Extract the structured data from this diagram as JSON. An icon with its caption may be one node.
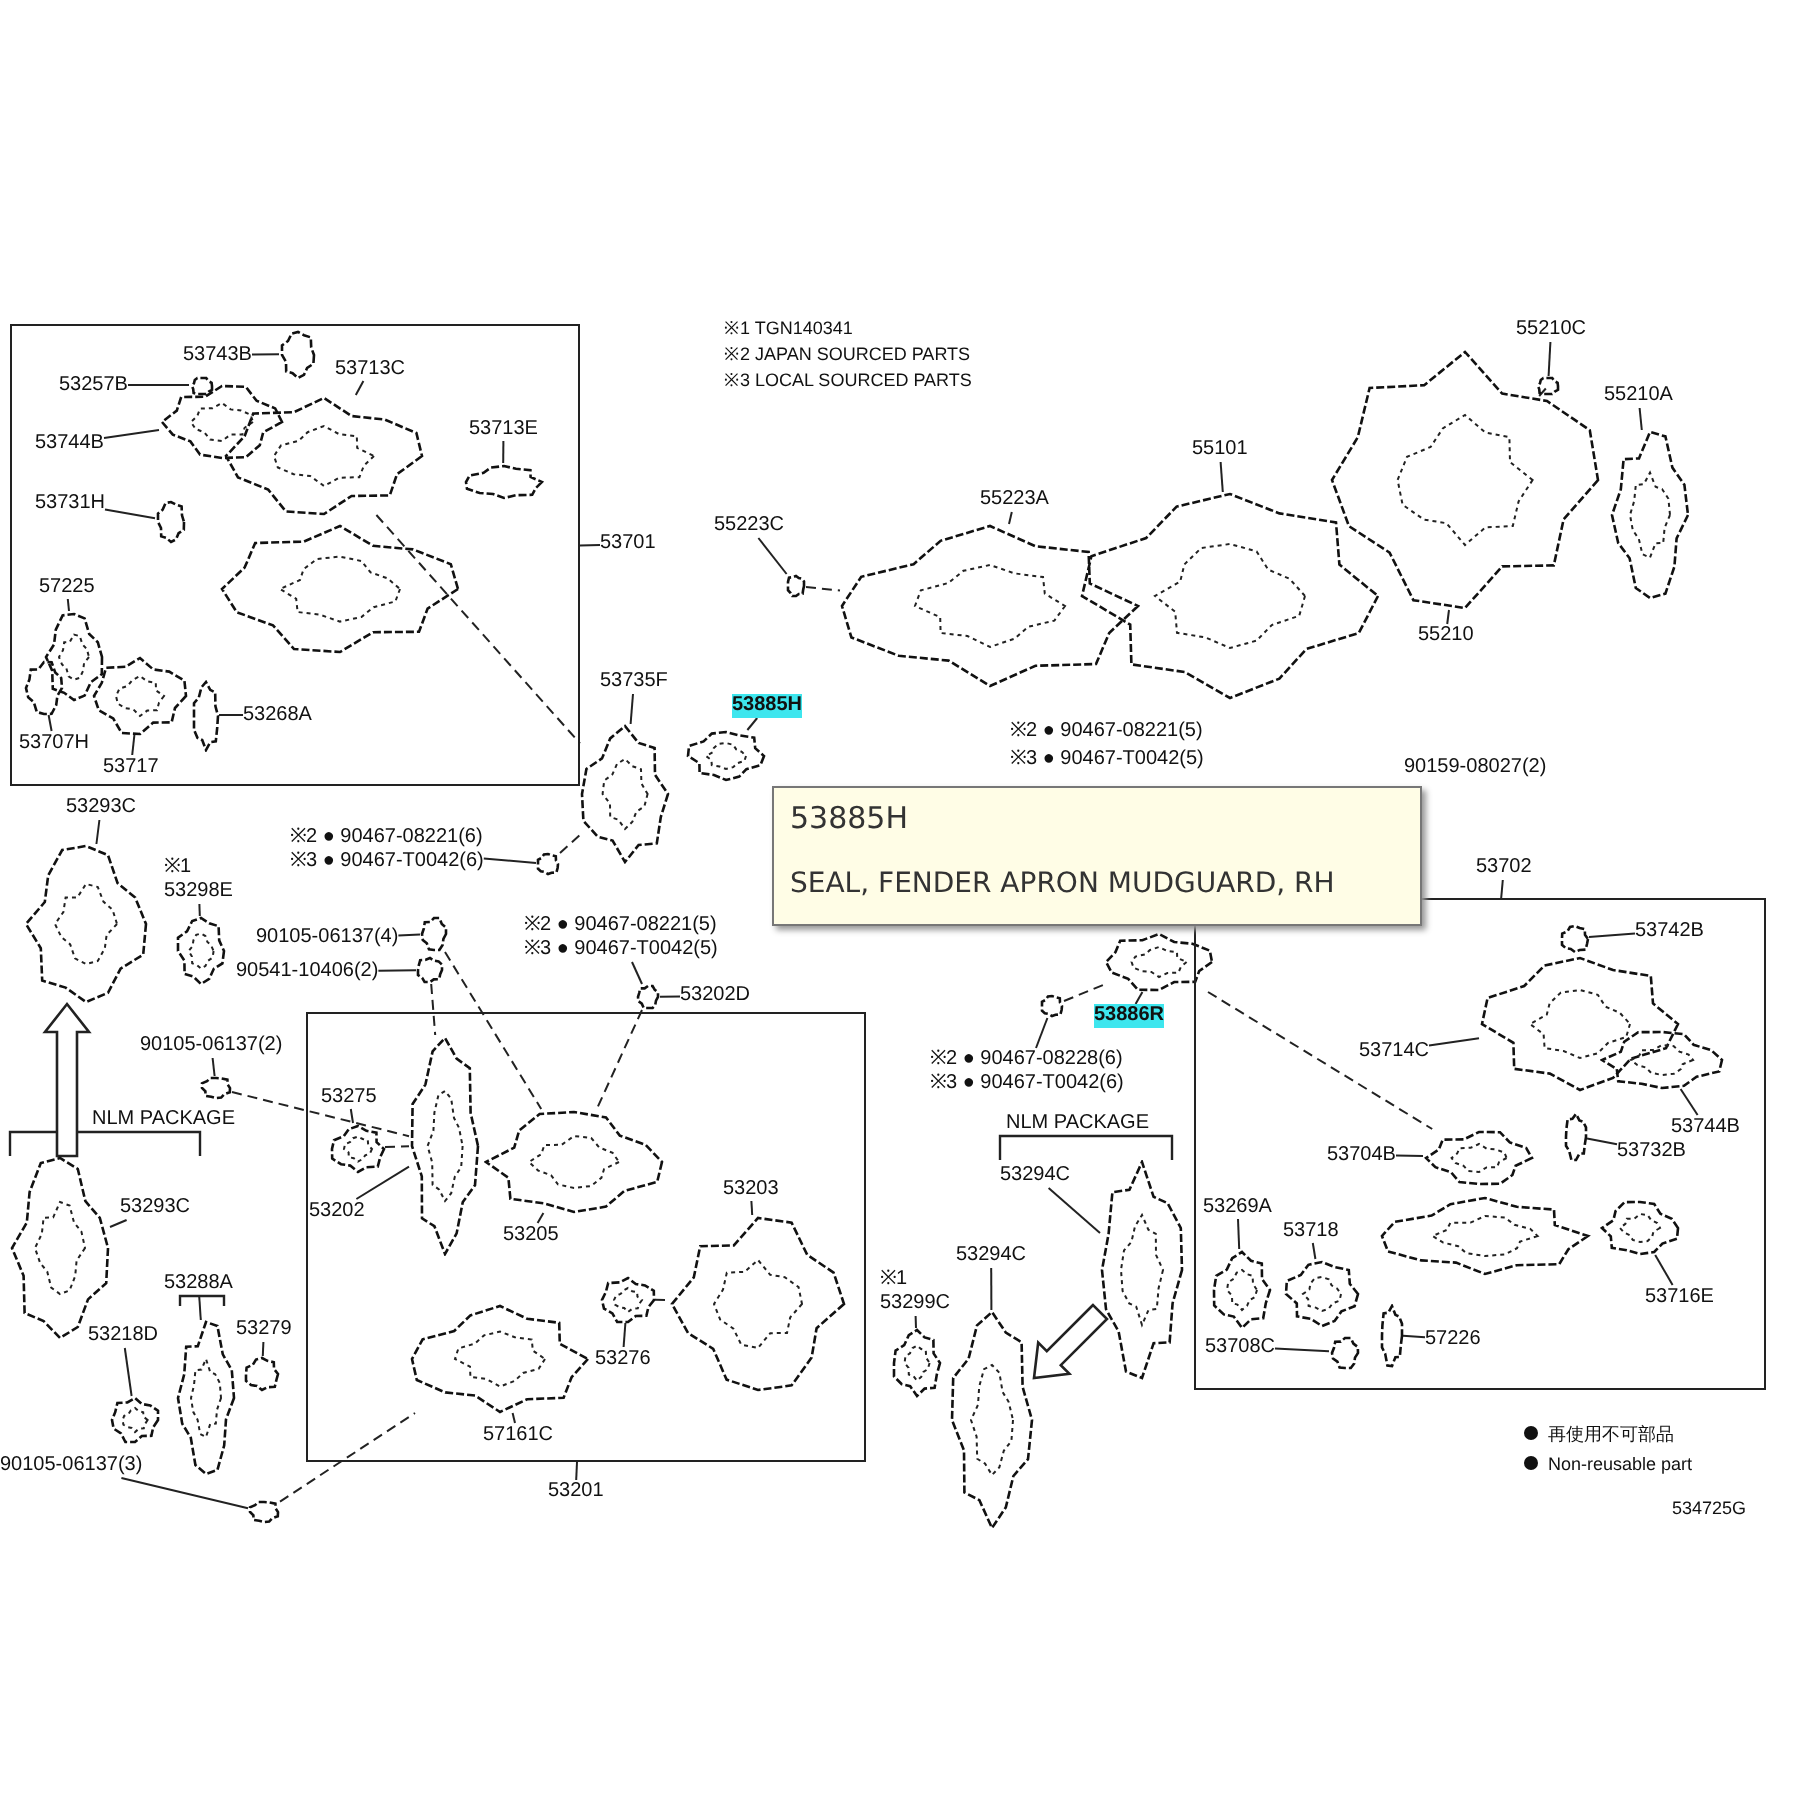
{
  "diagram": {
    "nodes": [
      {
        "text": [],
        "shape": "box"
      },
      {
        "text": [
          "53743B"
        ],
        "in": 0
      },
      {
        "text": [],
        "shape": "picture",
        "in": 0
      },
      {
        "text": [
          "53257B"
        ],
        "in": 0
      },
      {
        "text": [],
        "shape": "picture",
        "in": 0
      },
      {
        "text": [
          "53744B"
        ],
        "in": 0
      },
      {
        "text": [],
        "shape": "picture",
        "in": 0
      },
      {
        "text": [
          "53713C"
        ],
        "in": 0
      },
      {
        "text": [],
        "shape": "picture",
        "in": 0
      },
      {
        "text": [
          "53713E"
        ],
        "in": 0
      },
      {
        "text": [],
        "shape": "picture",
        "in": 0
      },
      {
        "text": [
          "53731H"
        ],
        "in": 0
      },
      {
        "text": [],
        "shape": "picture",
        "in": 0
      },
      {
        "text": [
          "57225"
        ],
        "in": 0
      },
      {
        "text": [],
        "shape": "picture",
        "in": 0
      },
      {
        "text": [
          "53707H"
        ],
        "in": 0
      },
      {
        "text": [],
        "shape": "picture",
        "in": 0
      },
      {
        "text": [
          "53717"
        ],
        "in": 0
      },
      {
        "text": [],
        "shape": "picture",
        "in": 0
      },
      {
        "text": [
          "53268A"
        ],
        "in": 0
      },
      {
        "text": [],
        "shape": "picture",
        "in": 0
      },
      {
        "text": [
          "53701"
        ]
      },
      {
        "text": [
          "55223C"
        ]
      },
      {
        "text": [],
        "shape": "picture"
      },
      {
        "text": [
          "55223A"
        ]
      },
      {
        "text": [],
        "shape": "picture"
      },
      {
        "text": [
          "55101"
        ]
      },
      {
        "text": [],
        "shape": "picture"
      },
      {
        "text": [
          "55210C"
        ]
      },
      {
        "text": [],
        "shape": "picture"
      },
      {
        "text": [
          "55210A"
        ]
      },
      {
        "text": [],
        "shape": "picture"
      },
      {
        "text": [
          "55210"
        ]
      },
      {
        "text": [],
        "shape": "picture"
      },
      {
        "text": [
          "53735F"
        ]
      },
      {
        "text": [],
        "shape": "picture"
      },
      {
        "text": [
          "53885H"
        ]
      },
      {
        "text": [],
        "shape": "picture"
      },
      {
        "text": [
          "53885H",
          "SEAL, FENDER APRON MUDGUARD, RH"
        ]
      },
      {
        "text": [
          "※2 ● 90467-08221(6)",
          "※3 ● 90467-T0042(6)"
        ]
      },
      {
        "text": [],
        "shape": "picture"
      },
      {
        "text": [
          "※1",
          "53298E"
        ]
      },
      {
        "text": [],
        "shape": "picture"
      },
      {
        "text": [
          "53293C"
        ]
      },
      {
        "text": [],
        "shape": "picture"
      },
      {
        "text": [
          "90105-06137(4)"
        ]
      },
      {
        "text": [],
        "shape": "picture"
      },
      {
        "text": [
          "90541-10406(2)"
        ]
      },
      {
        "text": [],
        "shape": "picture"
      },
      {
        "text": [
          "※2 ● 90467-08221(5)",
          "※3 ● 90467-T0042(5)"
        ]
      },
      {
        "text": [
          "53202D"
        ]
      },
      {
        "text": [],
        "shape": "picture"
      },
      {
        "text": [
          "53886R"
        ]
      },
      {
        "text": [],
        "shape": "picture"
      },
      {
        "text": [
          "※2 ● 90467-08228(6)",
          "※3 ● 90467-T0042(6)"
        ]
      },
      {
        "text": [],
        "shape": "picture"
      },
      {
        "text": [
          "90105-06137(2)"
        ]
      },
      {
        "text": [],
        "shape": "picture"
      },
      {
        "text": [
          "53293C"
        ]
      },
      {
        "text": [],
        "shape": "picture"
      },
      {
        "text": [
          "53288A"
        ]
      },
      {
        "text": [],
        "shape": "picture"
      },
      {
        "text": [
          "53218D"
        ]
      },
      {
        "text": [],
        "shape": "picture"
      },
      {
        "text": [
          "53279"
        ]
      },
      {
        "text": [],
        "shape": "picture"
      },
      {
        "text": [
          "90105-06137(3)"
        ]
      },
      {
        "text": [],
        "shape": "picture"
      },
      {
        "text": [],
        "shape": "box"
      },
      {
        "text": [
          "53275"
        ],
        "in": 68
      },
      {
        "text": [],
        "shape": "picture",
        "in": 68
      },
      {
        "text": [
          "53202"
        ],
        "in": 68
      },
      {
        "text": [],
        "shape": "picture",
        "in": 68
      },
      {
        "text": [
          "53205"
        ],
        "in": 68
      },
      {
        "text": [],
        "shape": "picture",
        "in": 68
      },
      {
        "text": [
          "53203"
        ],
        "in": 68
      },
      {
        "text": [],
        "shape": "picture",
        "in": 68
      },
      {
        "text": [
          "53276"
        ],
        "in": 68
      },
      {
        "text": [],
        "shape": "picture",
        "in": 68
      },
      {
        "text": [
          "57161C"
        ],
        "in": 68
      },
      {
        "text": [],
        "shape": "picture",
        "in": 68
      },
      {
        "text": [
          "53201"
        ]
      },
      {
        "text": [
          "53294C"
        ]
      },
      {
        "text": [],
        "shape": "picture"
      },
      {
        "text": [
          "※1",
          "53299C"
        ]
      },
      {
        "text": [],
        "shape": "picture"
      },
      {
        "text": [
          "53294C"
        ]
      },
      {
        "text": [],
        "shape": "picture"
      },
      {
        "text": [],
        "shape": "box"
      },
      {
        "text": [
          "53742B"
        ],
        "in": 88
      },
      {
        "text": [],
        "shape": "picture",
        "in": 88
      },
      {
        "text": [
          "53714C"
        ],
        "in": 88
      },
      {
        "text": [],
        "shape": "picture",
        "in": 88
      },
      {
        "text": [
          "53744B"
        ],
        "in": 88
      },
      {
        "text": [],
        "shape": "picture",
        "in": 88
      },
      {
        "text": [
          "53704B"
        ],
        "in": 88
      },
      {
        "text": [],
        "shape": "picture",
        "in": 88
      },
      {
        "text": [
          "53732B"
        ],
        "in": 88
      },
      {
        "text": [],
        "shape": "picture",
        "in": 88
      },
      {
        "text": [
          "53269A"
        ],
        "in": 88
      },
      {
        "text": [],
        "shape": "picture",
        "in": 88
      },
      {
        "text": [
          "53718"
        ],
        "in": 88
      },
      {
        "text": [],
        "shape": "picture",
        "in": 88
      },
      {
        "text": [
          "53716E"
        ],
        "in": 88
      },
      {
        "text": [],
        "shape": "picture",
        "in": 88
      },
      {
        "text": [
          "53708C"
        ],
        "in": 88
      },
      {
        "text": [],
        "shape": "picture",
        "in": 88
      },
      {
        "text": [
          "57226"
        ],
        "in": 88
      },
      {
        "text": [],
        "shape": "picture",
        "in": 88
      },
      {
        "text": [
          "53702"
        ]
      }
    ],
    "edges": [
      {
        "from": 1,
        "to": 2,
        "arrow": "none"
      },
      {
        "from": 3,
        "to": 4,
        "arrow": "none"
      },
      {
        "from": 5,
        "to": 6,
        "arrow": "none"
      },
      {
        "from": 7,
        "to": 8,
        "arrow": "none"
      },
      {
        "from": 9,
        "to": 10,
        "arrow": "none"
      },
      {
        "from": 11,
        "to": 12,
        "arrow": "none"
      },
      {
        "from": 13,
        "to": 14,
        "arrow": "none"
      },
      {
        "from": 15,
        "to": 16,
        "arrow": "none"
      },
      {
        "from": 17,
        "to": 18,
        "arrow": "none"
      },
      {
        "from": 19,
        "to": 20,
        "arrow": "none"
      },
      {
        "from": 21,
        "to": 0,
        "arrow": "none"
      },
      {
        "from": 22,
        "to": 23,
        "arrow": "none"
      },
      {
        "from": 24,
        "to": 25,
        "arrow": "none"
      },
      {
        "from": 26,
        "to": 27,
        "arrow": "none"
      },
      {
        "from": 28,
        "to": 29,
        "arrow": "none"
      },
      {
        "from": 30,
        "to": 31,
        "arrow": "none"
      },
      {
        "from": 32,
        "to": 33,
        "arrow": "none"
      },
      {
        "from": 34,
        "to": 35,
        "arrow": "none"
      },
      {
        "from": 36,
        "to": 37,
        "arrow": "none"
      },
      {
        "from": 39,
        "to": 40,
        "arrow": "none"
      },
      {
        "from": 41,
        "to": 42,
        "arrow": "none"
      },
      {
        "from": 43,
        "to": 44,
        "arrow": "none"
      },
      {
        "from": 45,
        "to": 46,
        "arrow": "none"
      },
      {
        "from": 47,
        "to": 48,
        "arrow": "none"
      },
      {
        "from": 49,
        "to": 51,
        "arrow": "none"
      },
      {
        "from": 50,
        "to": 51,
        "arrow": "none"
      },
      {
        "from": 52,
        "to": 53,
        "arrow": "none"
      },
      {
        "from": 54,
        "to": 55,
        "arrow": "none"
      },
      {
        "from": 56,
        "to": 57,
        "arrow": "none"
      },
      {
        "from": 58,
        "to": 59,
        "arrow": "none"
      },
      {
        "from": 60,
        "to": 61,
        "arrow": "none"
      },
      {
        "from": 62,
        "to": 63,
        "arrow": "none"
      },
      {
        "from": 64,
        "to": 65,
        "arrow": "none"
      },
      {
        "from": 66,
        "to": 67,
        "arrow": "none"
      },
      {
        "from": 69,
        "to": 70,
        "arrow": "none"
      },
      {
        "from": 71,
        "to": 72,
        "arrow": "none"
      },
      {
        "from": 73,
        "to": 74,
        "arrow": "none"
      },
      {
        "from": 75,
        "to": 76,
        "arrow": "none"
      },
      {
        "from": 77,
        "to": 78,
        "arrow": "none"
      },
      {
        "from": 79,
        "to": 80,
        "arrow": "none"
      },
      {
        "from": 81,
        "to": 68,
        "arrow": "none"
      },
      {
        "from": 82,
        "to": 83,
        "arrow": "none"
      },
      {
        "from": 84,
        "to": 85,
        "arrow": "none"
      },
      {
        "from": 86,
        "to": 87,
        "arrow": "none"
      },
      {
        "from": 89,
        "to": 90,
        "arrow": "none"
      },
      {
        "from": 91,
        "to": 92,
        "arrow": "none"
      },
      {
        "from": 93,
        "to": 94,
        "arrow": "none"
      },
      {
        "from": 95,
        "to": 96,
        "arrow": "none"
      },
      {
        "from": 97,
        "to": 98,
        "arrow": "none"
      },
      {
        "from": 99,
        "to": 100,
        "arrow": "none"
      },
      {
        "from": 101,
        "to": 102,
        "arrow": "none"
      },
      {
        "from": 103,
        "to": 104,
        "arrow": "none"
      },
      {
        "from": 105,
        "to": 106,
        "arrow": "none"
      },
      {
        "from": 107,
        "to": 108,
        "arrow": "none"
      },
      {
        "from": 109,
        "to": 88,
        "arrow": "none"
      },
      {
        "from": 23,
        "to": 25,
        "arrow": "none",
        "style": "dashed"
      },
      {
        "from": 29,
        "to": 33,
        "arrow": "none",
        "style": "dashed"
      },
      {
        "from": 46,
        "to": 74,
        "arrow": "none",
        "style": "dashed"
      },
      {
        "from": 48,
        "to": 72,
        "arrow": "none",
        "style": "dashed"
      },
      {
        "from": 51,
        "to": 74,
        "arrow": "none",
        "style": "dashed"
      },
      {
        "from": 55,
        "to": 53,
        "arrow": "none",
        "style": "dashed"
      },
      {
        "from": 70,
        "to": 72,
        "arrow": "none",
        "style": "dashed"
      },
      {
        "from": 78,
        "to": 76,
        "arrow": "none",
        "style": "dashed"
      },
      {
        "from": 57,
        "to": 72,
        "arrow": "none",
        "style": "dashed"
      },
      {
        "from": 40,
        "to": 35,
        "arrow": "none",
        "style": "dashed"
      },
      {
        "from": 53,
        "to": 96,
        "arrow": "none",
        "style": "dashed"
      },
      {
        "from": 8,
        "to": 35,
        "arrow": "none",
        "style": "dashed"
      },
      {
        "from": 67,
        "to": 80,
        "arrow": "none",
        "style": "dashed"
      },
      {
        "from": 59,
        "to": 44,
        "arrow": "to",
        "style": "thick"
      },
      {
        "from": 83,
        "to": 87,
        "arrow": "to",
        "style": "thick"
      }
    ],
    "labels": [
      "※1 TGN140341",
      "※2 JAPAN SOURCED PARTS",
      "※3 LOCAL SOURCED PARTS",
      "※2 ● 90467-08221(5)",
      "※3 ● 90467-T0042(5)",
      "90159-08027(2)",
      "NLM PACKAGE",
      "NLM PACKAGE",
      "534725G"
    ],
    "legend": [
      {
        "text": "再使用不可部品"
      },
      {
        "text": "Non-reusable part"
      }
    ]
  }
}
